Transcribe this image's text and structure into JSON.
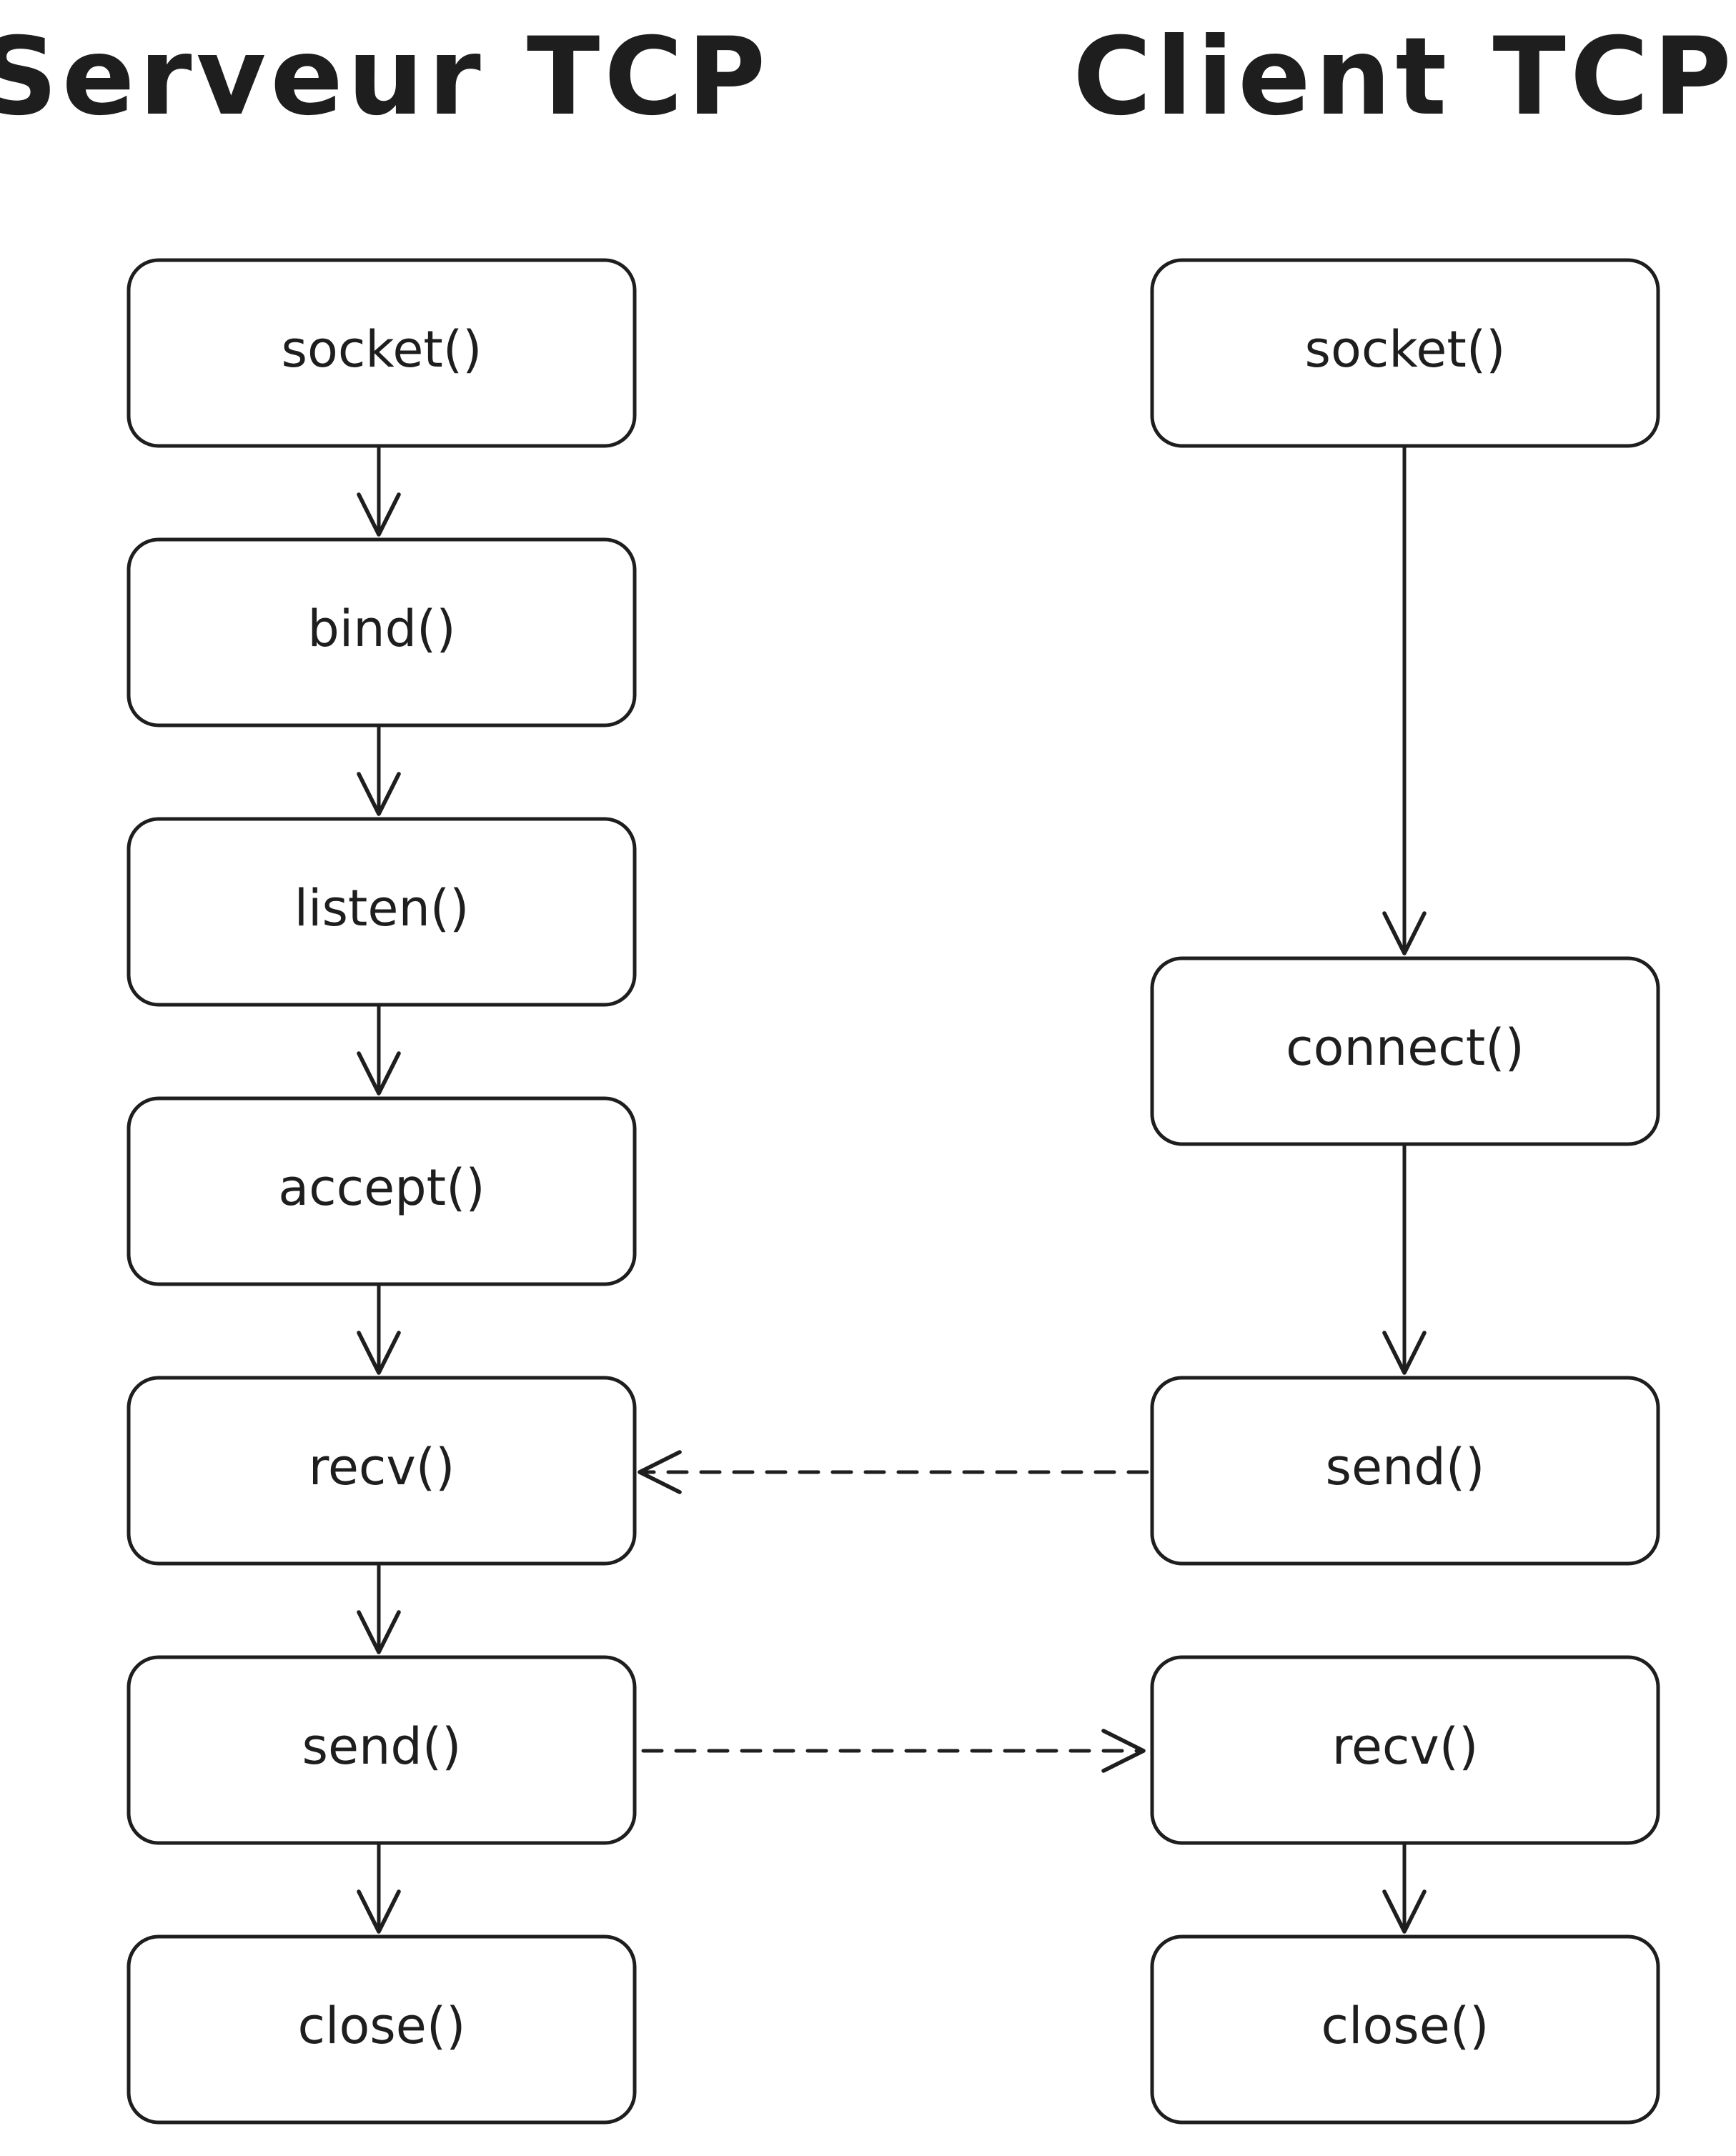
{
  "titles": {
    "server": "Serveur TCP",
    "client": "Client TCP"
  },
  "server": {
    "steps": [
      "socket()",
      "bind()",
      "listen()",
      "accept()",
      "recv()",
      "send()",
      "close()"
    ]
  },
  "client": {
    "steps": [
      "socket()",
      "connect()",
      "send()",
      "recv()",
      "close()"
    ]
  },
  "colors": {
    "stroke": "#1e1e1e",
    "background": "#ffffff"
  }
}
